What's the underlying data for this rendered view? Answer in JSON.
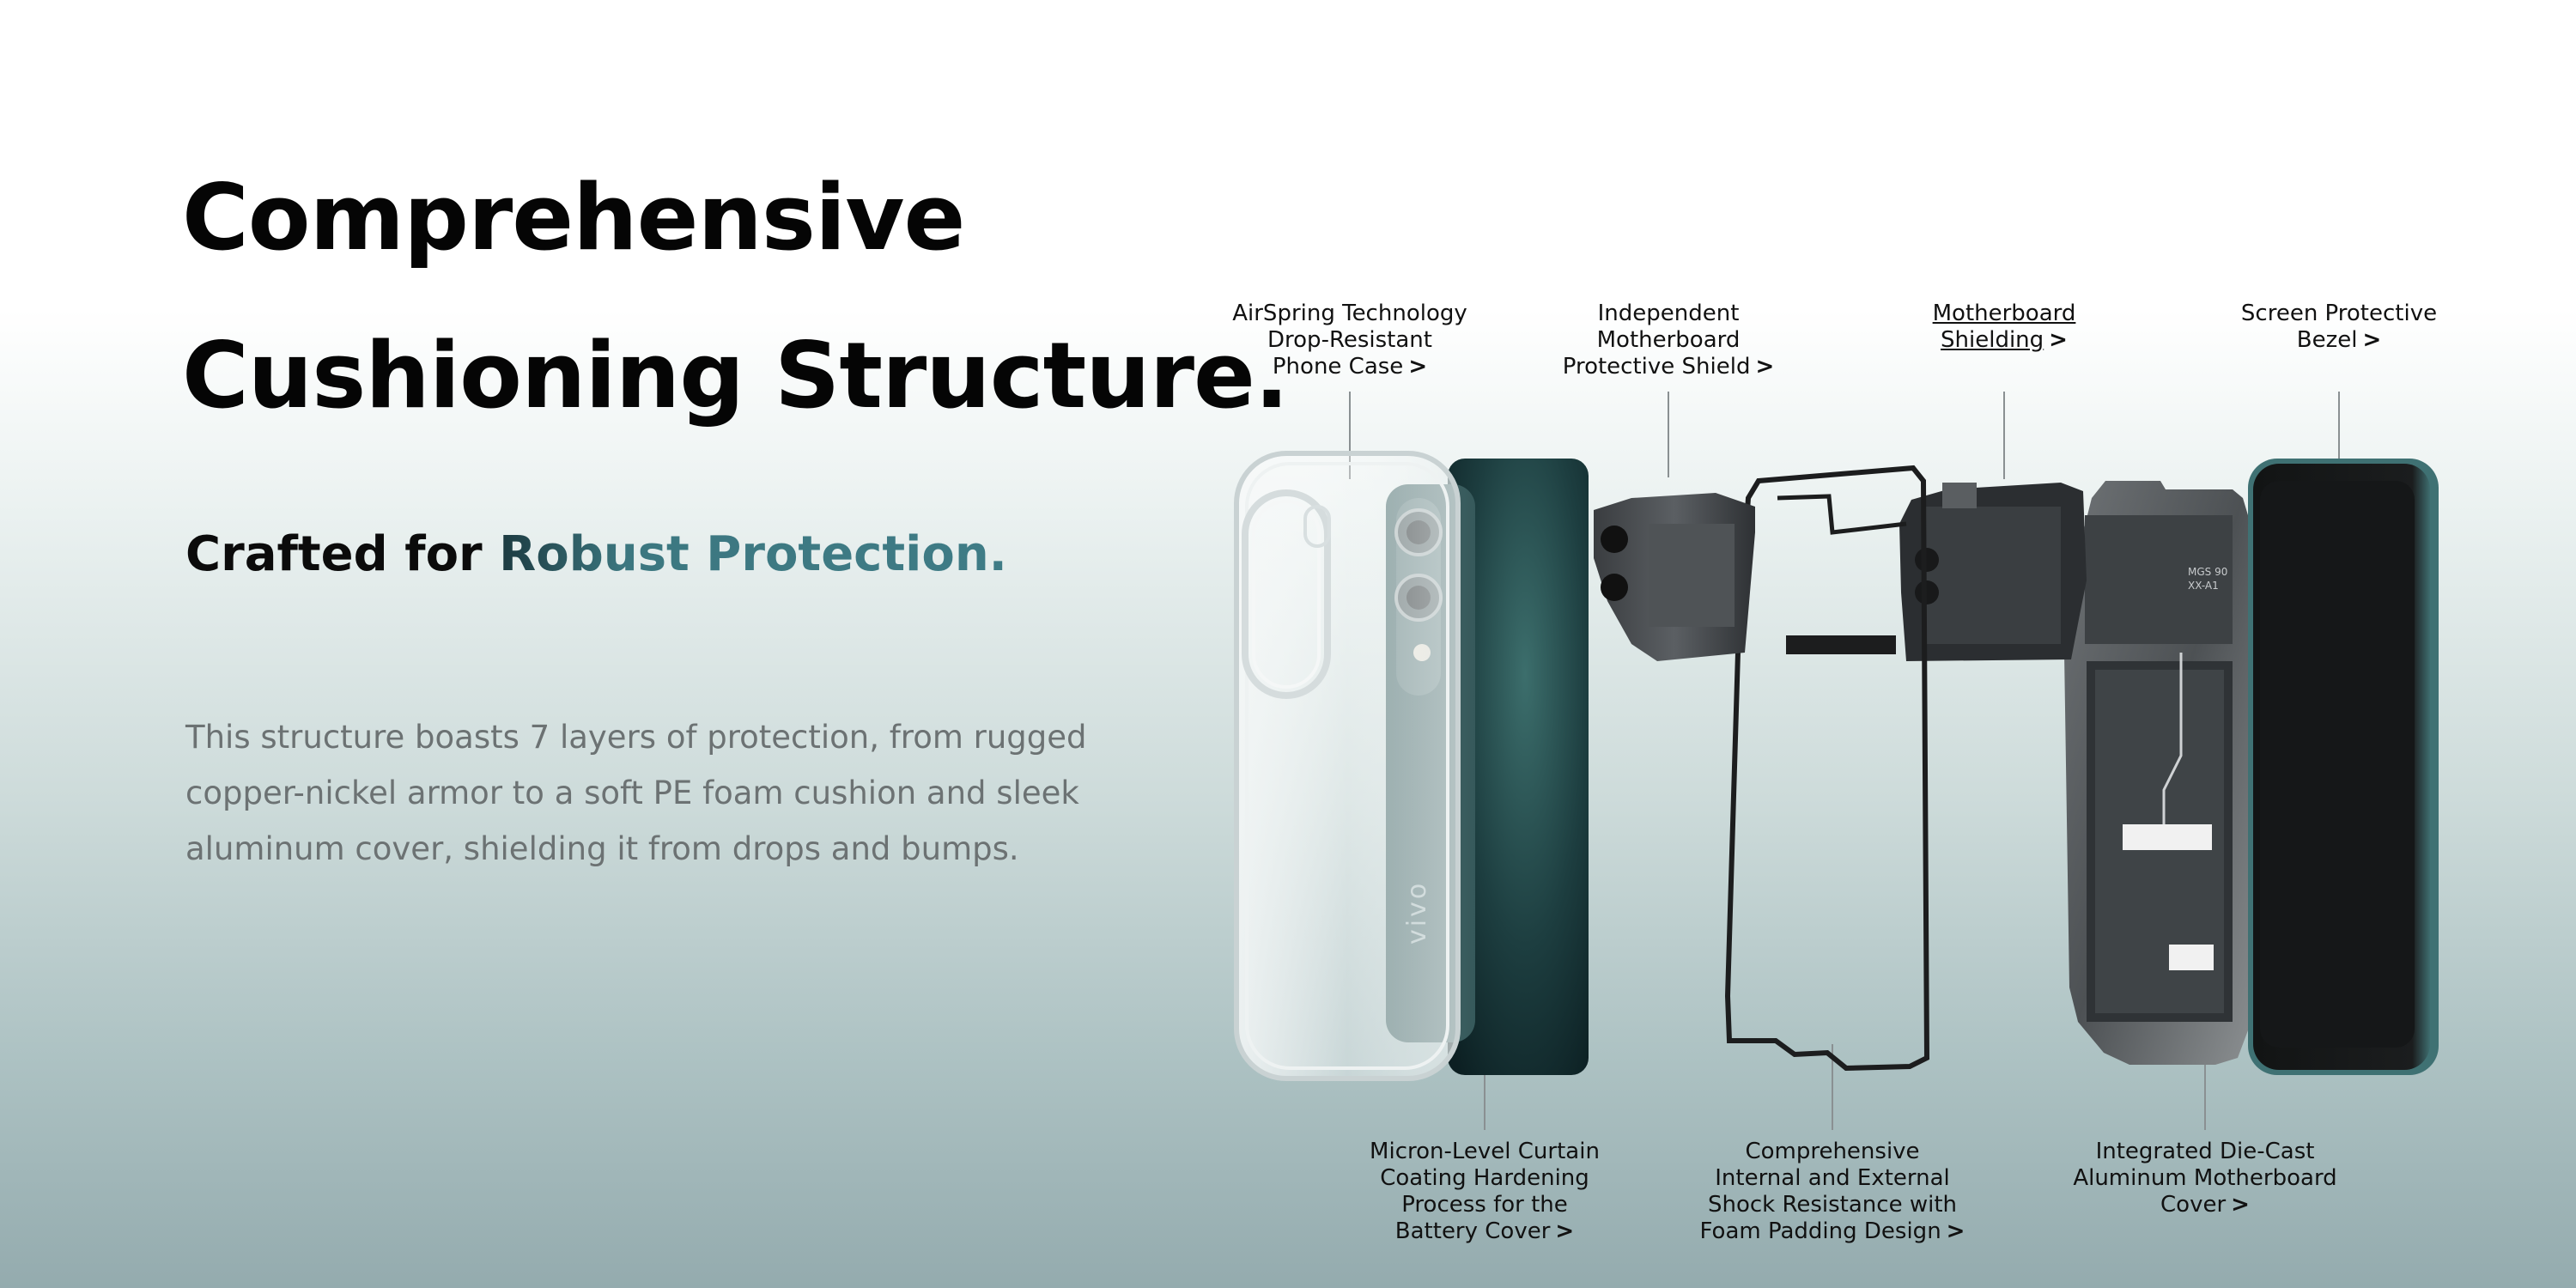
{
  "hero": {
    "title_line1": "Comprehensive",
    "title_line2": "Cushioning Structure.",
    "subtitle_lead": "Crafted for ",
    "subtitle_accent": "Robust Protection.",
    "body": "This structure boasts 7 layers of protection, from rugged copper-nickel armor to a soft PE foam cushion and sleek aluminum cover, shielding it from drops and bumps."
  },
  "product": {
    "brand_mark": "vivo",
    "component_text_1": "MGS 90",
    "component_text_2": "XX-A1"
  },
  "labels_top": [
    {
      "lines": [
        "AirSpring Technology",
        "Drop-Resistant",
        "Phone Case"
      ],
      "arrow": ">"
    },
    {
      "lines": [
        "Independent",
        "Motherboard",
        "Protective Shield"
      ],
      "arrow": ">"
    },
    {
      "lines": [
        "Motherboard",
        "Shielding"
      ],
      "arrow": ">"
    },
    {
      "lines": [
        "Screen Protective",
        "Bezel"
      ],
      "arrow": ">"
    }
  ],
  "labels_bottom": [
    {
      "lines": [
        "Micron-Level Curtain",
        "Coating Hardening",
        "Process for the",
        "Battery Cover"
      ],
      "arrow": ">"
    },
    {
      "lines": [
        "Comprehensive",
        "Internal and External",
        "Shock Resistance with",
        "Foam Padding Design"
      ],
      "arrow": ">"
    },
    {
      "lines": [
        "Integrated Die-Cast",
        "Aluminum Motherboard",
        "Cover"
      ],
      "arrow": ">"
    }
  ]
}
